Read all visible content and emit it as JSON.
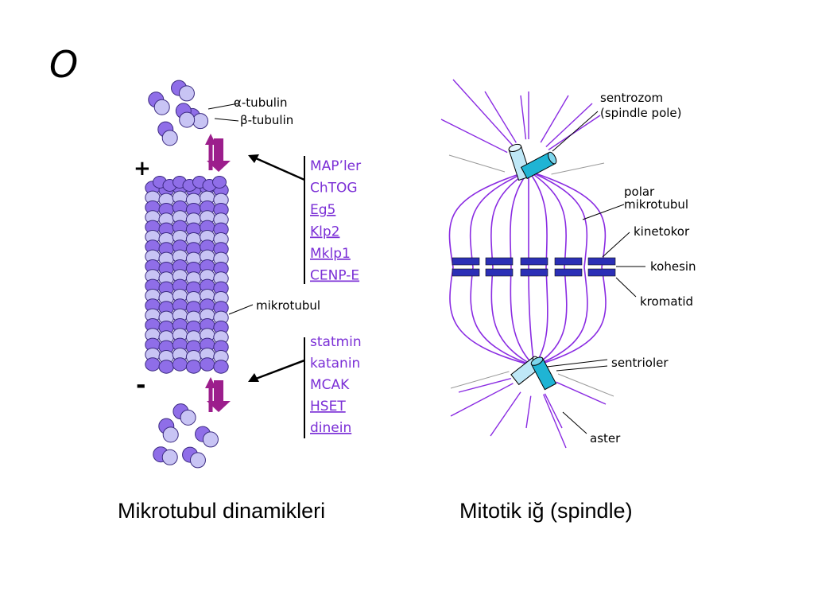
{
  "title": "O",
  "left_panel": {
    "alpha_label": "α-tubulin",
    "beta_label": "β-tubulin",
    "plus_sign": "+",
    "minus_sign": "-",
    "microtubule_label": "mikrotubul",
    "stabilizers": [
      {
        "text": "MAP’ler",
        "underline": false
      },
      {
        "text": "ChTOG",
        "underline": false
      },
      {
        "text": "Eg5",
        "underline": true
      },
      {
        "text": "Klp2",
        "underline": true
      },
      {
        "text": "Mklp1",
        "underline": true
      },
      {
        "text": "CENP-E",
        "underline": true
      }
    ],
    "destabilizers": [
      {
        "text": "statmin",
        "underline": false
      },
      {
        "text": "katanin",
        "underline": false
      },
      {
        "text": "MCAK",
        "underline": false
      },
      {
        "text": "HSET",
        "underline": true
      },
      {
        "text": "dinein",
        "underline": true
      }
    ],
    "caption": "Mikrotubul dinamikleri"
  },
  "right_panel": {
    "centrosome_label_1": "sentrozom",
    "centrosome_label_2": "(spindle pole)",
    "polar_label_1": "polar",
    "polar_label_2": "mikrotubul",
    "kinetochore_label": "kinetokor",
    "cohesin_label": "kohesin",
    "chromatid_label": "kromatid",
    "centrioles_label": "sentrioler",
    "aster_label": "aster",
    "caption": "Mitotik iğ (spindle)"
  },
  "colors": {
    "alpha_tubulin": "#8f6ee8",
    "beta_tubulin": "#c8c4f4",
    "regulator_text": "#7b2fd6",
    "arrow": "#9c1e8c",
    "spindle_fiber": "#8a2be2",
    "chromatid": "#2b2fb6",
    "centriole": "#1fb4d4",
    "centriole_light": "#bfe8f7"
  }
}
